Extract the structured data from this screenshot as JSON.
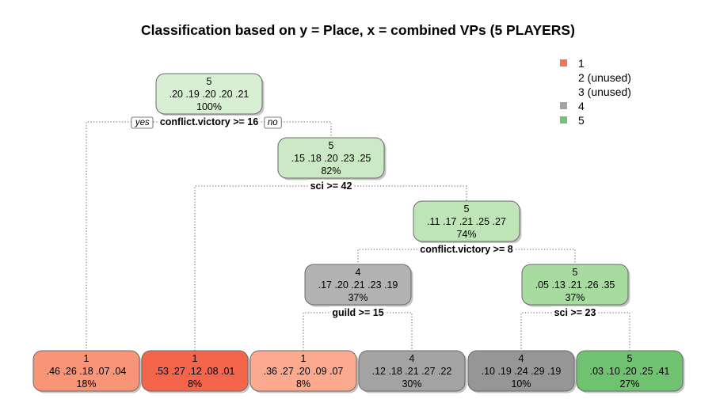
{
  "title": "Classification based on y = Place, x = combined VPs (5 PLAYERS)",
  "legend": [
    {
      "label": "1",
      "color": "#f4735d"
    },
    {
      "label": "2 (unused)",
      "color": null
    },
    {
      "label": "3 (unused)",
      "color": null
    },
    {
      "label": "4",
      "color": "#a3a3a3"
    },
    {
      "label": "5",
      "color": "#72c472"
    }
  ],
  "branch_labels": {
    "yes": "yes",
    "no": "no"
  },
  "nodes": [
    {
      "id": "n1",
      "class": "5",
      "probs": ".20  .19  .20  .20  .21",
      "pct": "100%",
      "fill": "#d9efd3",
      "split": "conflict.victory >= 16"
    },
    {
      "id": "n3",
      "class": "5",
      "probs": ".15  .18  .20  .23  .25",
      "pct": "82%",
      "fill": "#cbe9c4",
      "split": "sci >= 42"
    },
    {
      "id": "n7",
      "class": "5",
      "probs": ".11  .17  .21  .25  .27",
      "pct": "74%",
      "fill": "#bfe4b7",
      "split": "conflict.victory >= 8"
    },
    {
      "id": "n14",
      "class": "4",
      "probs": ".17  .20  .21  .23  .19",
      "pct": "37%",
      "fill": "#b3b3b3",
      "split": "guild >= 15"
    },
    {
      "id": "n15",
      "class": "5",
      "probs": ".05  .13  .21  .26  .35",
      "pct": "37%",
      "fill": "#a8dba0",
      "split": "sci >= 23"
    },
    {
      "id": "l2",
      "class": "1",
      "probs": ".46  .26  .18  .07  .04",
      "pct": "18%",
      "fill": "#f99577",
      "split": null
    },
    {
      "id": "l6",
      "class": "1",
      "probs": ".53  .27  .12  .08  .01",
      "pct": "8%",
      "fill": "#f4664c",
      "split": null
    },
    {
      "id": "l28",
      "class": "1",
      "probs": ".36  .27  .20  .09  .07",
      "pct": "8%",
      "fill": "#fbaa90",
      "split": null
    },
    {
      "id": "l29",
      "class": "4",
      "probs": ".12  .18  .21  .27  .22",
      "pct": "30%",
      "fill": "#a3a3a3",
      "split": null
    },
    {
      "id": "l30",
      "class": "4",
      "probs": ".10  .19  .24  .29  .19",
      "pct": "10%",
      "fill": "#969696",
      "split": null
    },
    {
      "id": "l31",
      "class": "5",
      "probs": ".03  .10  .20  .25  .41",
      "pct": "27%",
      "fill": "#6fc26f",
      "split": null
    }
  ],
  "edges": [
    {
      "from": "n1",
      "to": "l2"
    },
    {
      "from": "n1",
      "to": "n3"
    },
    {
      "from": "n3",
      "to": "l6"
    },
    {
      "from": "n3",
      "to": "n7"
    },
    {
      "from": "n7",
      "to": "n14"
    },
    {
      "from": "n7",
      "to": "n15"
    },
    {
      "from": "n14",
      "to": "l28"
    },
    {
      "from": "n14",
      "to": "l29"
    },
    {
      "from": "n15",
      "to": "l30"
    },
    {
      "from": "n15",
      "to": "l31"
    }
  ]
}
